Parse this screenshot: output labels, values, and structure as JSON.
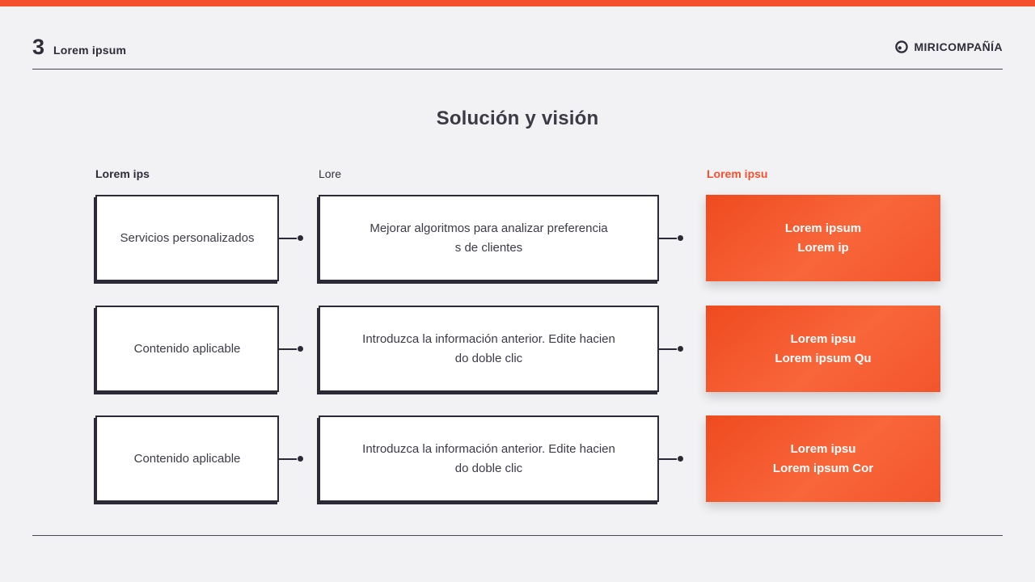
{
  "theme": {
    "accent": "#F4502E",
    "dark": "#2E2D3A",
    "background": "#F2F1F4",
    "box_border": "#2B2A36"
  },
  "header": {
    "slide_number": "3",
    "slide_label": "Lorem ipsum",
    "brand_name": "MIRICOMPAÑÍA"
  },
  "slide": {
    "title": "Solución y visión"
  },
  "columns": {
    "col1_header": "Lorem ips",
    "col2_header": "Lore",
    "col3_header": "Lorem ipsu"
  },
  "rows": [
    {
      "input": "Servicios personalizados",
      "process_lines": [
        "Mejorar algoritmos para analizar preferencia",
        "s de clientes"
      ],
      "result_lines": [
        "Lorem ipsum",
        "Lorem ip"
      ]
    },
    {
      "input": "Contenido aplicable",
      "process_lines": [
        "Introduzca la información anterior. Edite hacien",
        "do doble clic"
      ],
      "result_lines": [
        "Lorem ipsu",
        "Lorem ipsum Qu"
      ]
    },
    {
      "input": "Contenido aplicable",
      "process_lines": [
        "Introduzca la información anterior. Edite hacien",
        "do doble clic"
      ],
      "result_lines": [
        "Lorem ipsu",
        "Lorem ipsum Cor"
      ]
    }
  ]
}
